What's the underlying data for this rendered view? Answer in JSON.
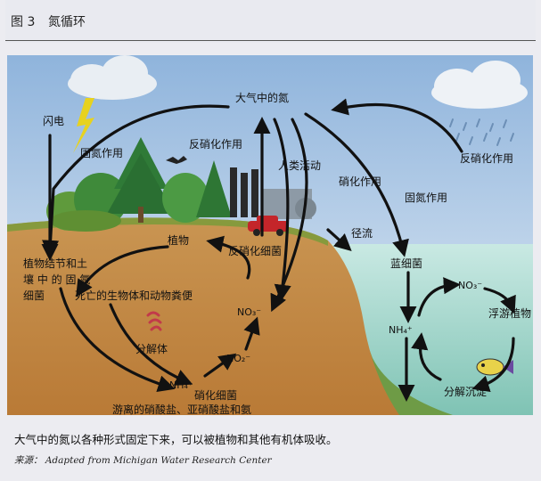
{
  "header": {
    "figure_label": "图 3",
    "title": "氮循环"
  },
  "labels": {
    "atmosphere_nitrogen": "大气中的氮",
    "lightning": "闪电",
    "fixation_left": "固氮作用",
    "denitrification_center": "反硝化作用",
    "human_activity": "人类活动",
    "nitrification_top": "硝化作用",
    "fixation_right": "固氮作用",
    "denitrification_right": "反硝化作用",
    "runoff": "径流",
    "plants": "植物",
    "denitrifying_bacteria": "反硝化细菌",
    "root_nodule_line1": "植物结节和土",
    "root_nodule_line2": "壤 中 的 固 氮",
    "root_nodule_line3": "细菌",
    "dead_matter": "死亡的生物体和动物粪便",
    "decomposer": "分解体",
    "nitrifying_bacteria": "硝化细菌",
    "free_salts": "游离的硝酸盐、亚硝酸盐和氨",
    "cyanobacteria": "蓝细菌",
    "phytoplankton": "浮游植物",
    "decomposition_sedimentation": "分解沉淀",
    "nh4_soil": "NH₄⁺",
    "no2_soil": "NO₂⁻",
    "no3_soil": "NO₃⁻",
    "nh4_water": "NH₄⁺",
    "no3_water": "NO₃⁻"
  },
  "caption": "大气中的氮以各种形式固定下来，可以被植物和其他有机体吸收。",
  "source": "来源： Adapted from Michigan Water Research Center",
  "colors": {
    "sky": "#bcd3ea",
    "soil": "#c68a44",
    "water": "#b3ddd6",
    "forest": "#2f7a37",
    "bolt": "#e7d21e"
  }
}
